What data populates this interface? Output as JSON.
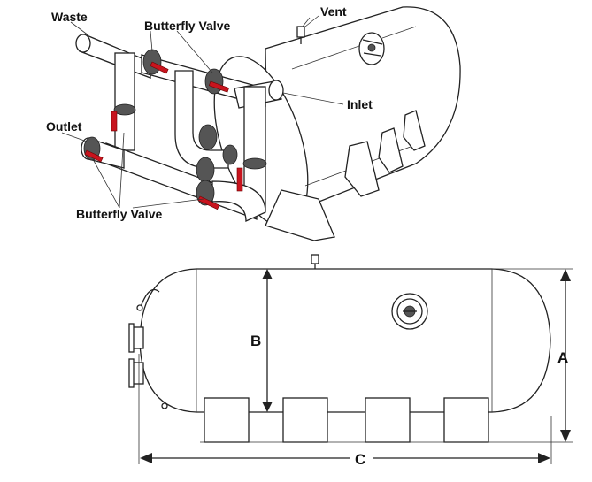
{
  "labels": {
    "waste": "Waste",
    "butterfly_valve_top": "Butterfly Valve",
    "vent": "Vent",
    "inlet": "Inlet",
    "outlet": "Outlet",
    "butterfly_valve_bottom": "Butterfly Valve"
  },
  "dimensions": {
    "a": "A",
    "b": "B",
    "c": "C"
  },
  "colors": {
    "valve_handle": "#c8141e",
    "line": "#222222",
    "background": "#ffffff"
  },
  "icons": [
    "butterfly-valve-icon",
    "vent-valve-icon",
    "manhole-icon",
    "sight-glass-icon"
  ]
}
